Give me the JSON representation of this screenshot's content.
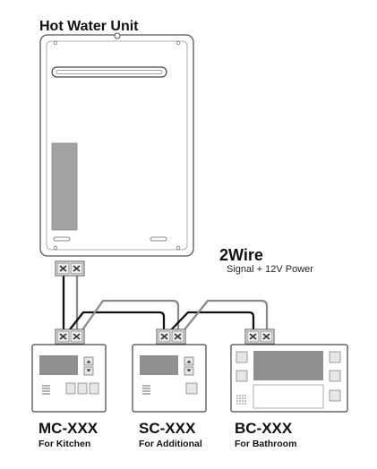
{
  "title": "Hot Water Unit",
  "wiring": {
    "heading": "2Wire",
    "subtitle": "Signal + 12V Power"
  },
  "controllers": [
    {
      "model": "MC-XXX",
      "label": "For Kitchen"
    },
    {
      "model": "SC-XXX",
      "label": "For Additional"
    },
    {
      "model": "BC-XXX",
      "label": "For Bathroom"
    }
  ],
  "colors": {
    "outline": "#333333",
    "panel": "#ffffff",
    "display": "#8f8f8f",
    "button": "#e6e6e6",
    "wire_signal": "#111111",
    "wire_power": "#8a8a8a"
  }
}
